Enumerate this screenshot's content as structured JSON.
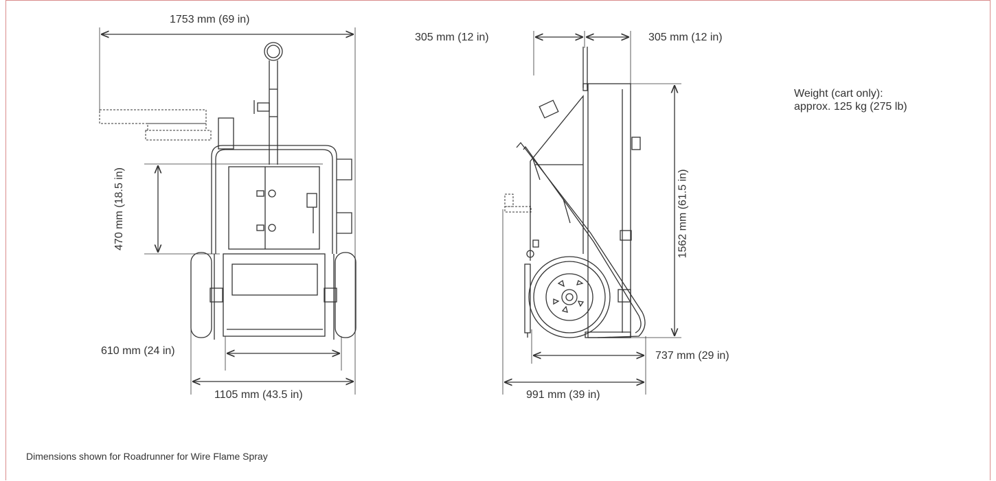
{
  "front_view": {
    "overall_width_label": "1753 mm (69 in)",
    "panel_height_label": "470 mm (18.5 in)",
    "axle_width_label": "610 mm (24 in)",
    "base_width_label": "1105 mm (43.5 in)"
  },
  "side_view": {
    "left_offset_label": "305 mm (12 in)",
    "right_offset_label": "305 mm (12 in)",
    "height_label": "1562 mm (61.5 in)",
    "wheelbase_label": "737 mm (29 in)",
    "depth_label": "991 mm (39 in)"
  },
  "weight": {
    "line1": "Weight (cart only):",
    "line2": "approx. 125 kg (275 lb)"
  },
  "caption": "Dimensions shown for Roadrunner for Wire Flame Spray",
  "colors": {
    "frame_border": "#d98a8a",
    "line": "#333333"
  }
}
